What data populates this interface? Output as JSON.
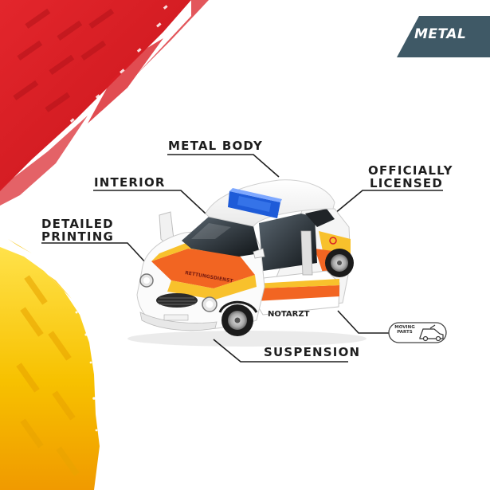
{
  "badge": {
    "label": "METAL"
  },
  "callouts": {
    "metal_body": "METAL BODY",
    "interior": "INTERIOR",
    "officially_licensed": [
      "OFFICIALLY",
      "LICENSED"
    ],
    "detailed_printing": [
      "DETAILED",
      "PRINTING"
    ],
    "suspension": "SUSPENSION"
  },
  "moving_parts": [
    "MOVING",
    "PARTS"
  ],
  "car": {
    "hood_text": "RETTUNGSDIENST",
    "door_text": "NOTARZT"
  },
  "colors": {
    "badge_bg": "#3f5966",
    "accent_red": "#d91f26",
    "accent_yellow": "#f5b700",
    "car_orange": "#f26522",
    "car_yellow": "#f8c12c",
    "lightbar_blue": "#1e5bd8",
    "text_dark": "#1e1e1e"
  }
}
